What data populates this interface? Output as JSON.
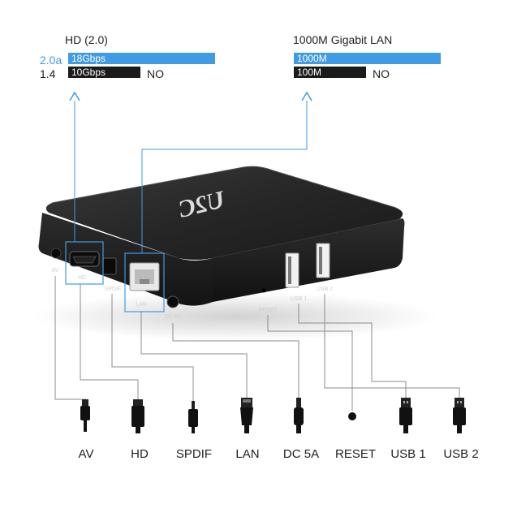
{
  "hdmi_spec": {
    "title": "HD (2.0)",
    "rows": [
      {
        "version": "2.0a",
        "bandwidth": "18Gbps",
        "note": ""
      },
      {
        "version": "1.4",
        "bandwidth": "10Gbps",
        "note": "NO"
      }
    ]
  },
  "lan_spec": {
    "title": "1000M Gigabit LAN",
    "rows": [
      {
        "speed": "1000M",
        "note": ""
      },
      {
        "speed": "100M",
        "note": "NO"
      }
    ]
  },
  "device": {
    "logo": "U2C",
    "ports": [
      "AV",
      "HD",
      "SPDIF",
      "LAN",
      "DC 5A",
      "RESET",
      "USB 1",
      "USB 2"
    ]
  },
  "connectors": [
    "AV",
    "HD",
    "SPDIF",
    "LAN",
    "DC 5A",
    "RESET",
    "USB 1",
    "USB 2"
  ],
  "colors": {
    "accent_blue": "#3f9be3",
    "bar_dark": "#1b1b1b",
    "device_body": "#2a2a2a",
    "leader_line": "#8c8c8c"
  }
}
